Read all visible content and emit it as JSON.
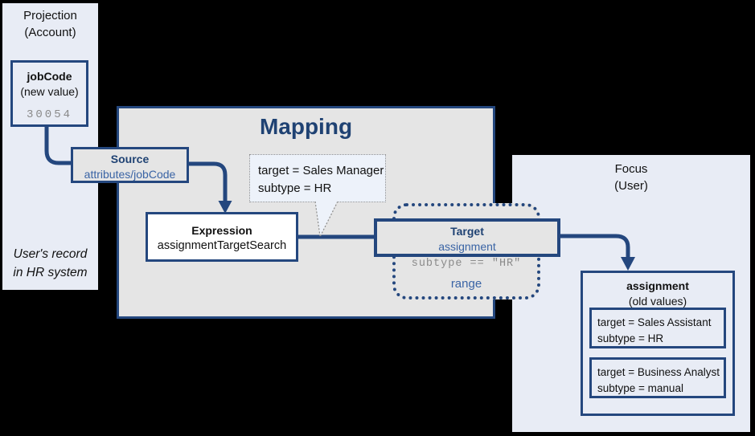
{
  "colors": {
    "background": "#000000",
    "panel_fill": "#e8ecf5",
    "mapping_fill": "#e5e5e5",
    "border_navy": "#24477e",
    "navy_text": "#1f4273",
    "blue_text": "#3a64a5",
    "gray_text": "#8a8a8a",
    "bubble_fill": "#edf2fa",
    "bubble_border": "#8c8c8c"
  },
  "projection_panel": {
    "title_line1": "Projection",
    "title_line2": "(Account)",
    "jobcode_box": {
      "title": "jobCode",
      "subtitle": "(new value)",
      "value": "30054"
    },
    "caption_line1": "User's record",
    "caption_line2": "in HR system"
  },
  "mapping": {
    "title": "Mapping",
    "source_box": {
      "title": "Source",
      "subtitle": "attributes/jobCode"
    },
    "expression_box": {
      "title": "Expression",
      "subtitle": "assignmentTargetSearch"
    },
    "bubble": {
      "line1": "target = Sales Manager",
      "line2": "subtype = HR"
    },
    "target_box": {
      "title": "Target",
      "subtitle": "assignment"
    },
    "range_box": {
      "condition": "subtype == \"HR\"",
      "label": "range"
    }
  },
  "focus_panel": {
    "title_line1": "Focus",
    "title_line2": "(User)",
    "assignment_box": {
      "title": "assignment",
      "subtitle": "(old values)",
      "values": [
        {
          "line1": "target = Sales Assistant",
          "line2": "subtype = HR"
        },
        {
          "line1": "target = Business Analyst",
          "line2": "subtype = manual"
        }
      ]
    }
  }
}
